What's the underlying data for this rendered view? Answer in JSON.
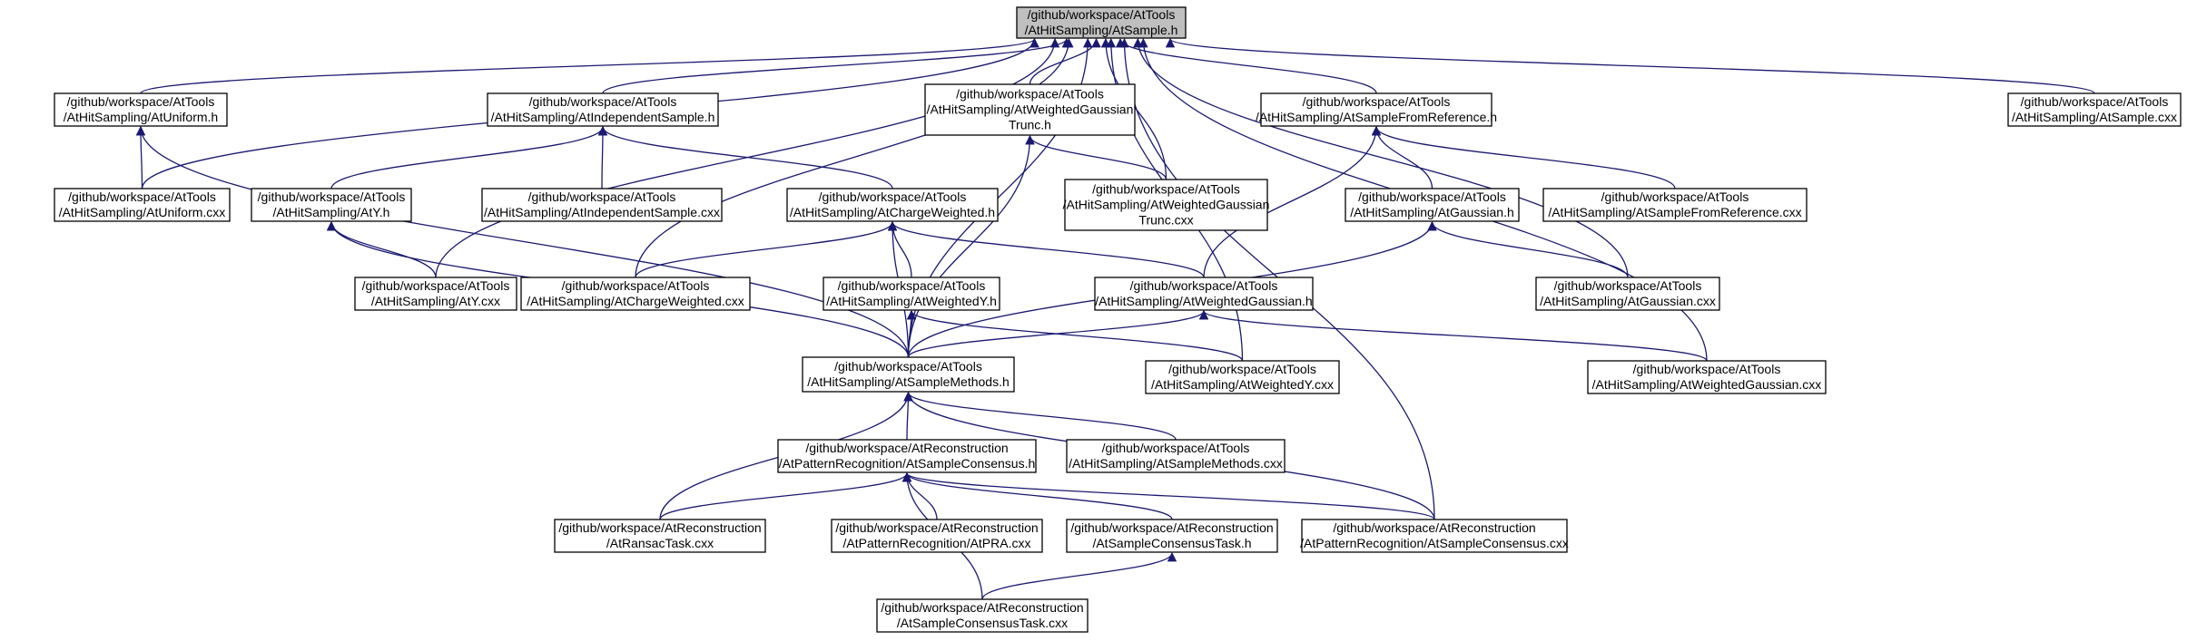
{
  "nodes": [
    {
      "id": "sample_h",
      "lines": [
        "/github/workspace/AtTools",
        "/AtHitSampling/AtSample.h"
      ],
      "root": true
    },
    {
      "id": "uniform_h",
      "lines": [
        "/github/workspace/AtTools",
        "/AtHitSampling/AtUniform.h"
      ]
    },
    {
      "id": "indep_h",
      "lines": [
        "/github/workspace/AtTools",
        "/AtHitSampling/AtIndependentSample.h"
      ]
    },
    {
      "id": "wgt_h",
      "lines": [
        "/github/workspace/AtTools",
        "/AtHitSampling/AtWeightedGaussian",
        "Trunc.h"
      ]
    },
    {
      "id": "sfr_h",
      "lines": [
        "/github/workspace/AtTools",
        "/AtHitSampling/AtSampleFromReference.h"
      ]
    },
    {
      "id": "sample_cxx",
      "lines": [
        "/github/workspace/AtTools",
        "/AtHitSampling/AtSample.cxx"
      ]
    },
    {
      "id": "uniform_cxx",
      "lines": [
        "/github/workspace/AtTools",
        "/AtHitSampling/AtUniform.cxx"
      ]
    },
    {
      "id": "y_h",
      "lines": [
        "/github/workspace/AtTools",
        "/AtHitSampling/AtY.h"
      ]
    },
    {
      "id": "indep_cxx",
      "lines": [
        "/github/workspace/AtTools",
        "/AtHitSampling/AtIndependentSample.cxx"
      ]
    },
    {
      "id": "cw_h",
      "lines": [
        "/github/workspace/AtTools",
        "/AtHitSampling/AtChargeWeighted.h"
      ]
    },
    {
      "id": "wgt_cxx",
      "lines": [
        "/github/workspace/AtTools",
        "/AtHitSampling/AtWeightedGaussian",
        "Trunc.cxx"
      ]
    },
    {
      "id": "gauss_h",
      "lines": [
        "/github/workspace/AtTools",
        "/AtHitSampling/AtGaussian.h"
      ]
    },
    {
      "id": "sfr_cxx",
      "lines": [
        "/github/workspace/AtTools",
        "/AtHitSampling/AtSampleFromReference.cxx"
      ]
    },
    {
      "id": "y_cxx",
      "lines": [
        "/github/workspace/AtTools",
        "/AtHitSampling/AtY.cxx"
      ]
    },
    {
      "id": "cw_cxx",
      "lines": [
        "/github/workspace/AtTools",
        "/AtHitSampling/AtChargeWeighted.cxx"
      ]
    },
    {
      "id": "wy_h",
      "lines": [
        "/github/workspace/AtTools",
        "/AtHitSampling/AtWeightedY.h"
      ]
    },
    {
      "id": "wg_h",
      "lines": [
        "/github/workspace/AtTools",
        "/AtHitSampling/AtWeightedGaussian.h"
      ]
    },
    {
      "id": "gauss_cxx",
      "lines": [
        "/github/workspace/AtTools",
        "/AtHitSampling/AtGaussian.cxx"
      ]
    },
    {
      "id": "sm_h",
      "lines": [
        "/github/workspace/AtTools",
        "/AtHitSampling/AtSampleMethods.h"
      ]
    },
    {
      "id": "wy_cxx",
      "lines": [
        "/github/workspace/AtTools",
        "/AtHitSampling/AtWeightedY.cxx"
      ]
    },
    {
      "id": "wg_cxx",
      "lines": [
        "/github/workspace/AtTools",
        "/AtHitSampling/AtWeightedGaussian.cxx"
      ]
    },
    {
      "id": "sc_h",
      "lines": [
        "/github/workspace/AtReconstruction",
        "/AtPatternRecognition/AtSampleConsensus.h"
      ]
    },
    {
      "id": "sm_cxx",
      "lines": [
        "/github/workspace/AtTools",
        "/AtHitSampling/AtSampleMethods.cxx"
      ]
    },
    {
      "id": "ransac_cxx",
      "lines": [
        "/github/workspace/AtReconstruction",
        "/AtRansacTask.cxx"
      ]
    },
    {
      "id": "pra_cxx",
      "lines": [
        "/github/workspace/AtReconstruction",
        "/AtPatternRecognition/AtPRA.cxx"
      ]
    },
    {
      "id": "sct_h",
      "lines": [
        "/github/workspace/AtReconstruction",
        "/AtSampleConsensusTask.h"
      ]
    },
    {
      "id": "sc_cxx",
      "lines": [
        "/github/workspace/AtReconstruction",
        "/AtPatternRecognition/AtSampleConsensus.cxx"
      ]
    },
    {
      "id": "sct_cxx",
      "lines": [
        "/github/workspace/AtReconstruction",
        "/AtSampleConsensusTask.cxx"
      ]
    }
  ],
  "edges": [
    [
      "uniform_h",
      "sample_h"
    ],
    [
      "indep_h",
      "sample_h"
    ],
    [
      "wgt_h",
      "sample_h"
    ],
    [
      "sfr_h",
      "sample_h"
    ],
    [
      "sample_cxx",
      "sample_h"
    ],
    [
      "uniform_cxx",
      "sample_h"
    ],
    [
      "wgt_cxx",
      "sample_h"
    ],
    [
      "y_cxx",
      "sample_h"
    ],
    [
      "cw_cxx",
      "sample_h"
    ],
    [
      "gauss_cxx",
      "sample_h"
    ],
    [
      "sm_h",
      "sample_h"
    ],
    [
      "wy_cxx",
      "sample_h"
    ],
    [
      "wg_cxx",
      "sample_h"
    ],
    [
      "sc_cxx",
      "sample_h"
    ],
    [
      "uniform_cxx",
      "uniform_h"
    ],
    [
      "sm_h",
      "uniform_h"
    ],
    [
      "y_h",
      "indep_h"
    ],
    [
      "indep_cxx",
      "indep_h"
    ],
    [
      "cw_h",
      "indep_h"
    ],
    [
      "wgt_cxx",
      "wgt_h"
    ],
    [
      "sm_h",
      "wgt_h"
    ],
    [
      "gauss_h",
      "sfr_h"
    ],
    [
      "sfr_cxx",
      "sfr_h"
    ],
    [
      "wg_h",
      "sfr_h"
    ],
    [
      "y_cxx",
      "y_h"
    ],
    [
      "sm_h",
      "y_h"
    ],
    [
      "cw_cxx",
      "cw_h"
    ],
    [
      "wy_h",
      "cw_h"
    ],
    [
      "wg_h",
      "cw_h"
    ],
    [
      "sm_h",
      "cw_h"
    ],
    [
      "gauss_cxx",
      "gauss_h"
    ],
    [
      "sm_h",
      "gauss_h"
    ],
    [
      "sm_h",
      "wy_h"
    ],
    [
      "wy_cxx",
      "wy_h"
    ],
    [
      "sm_h",
      "wg_h"
    ],
    [
      "wg_cxx",
      "wg_h"
    ],
    [
      "sc_h",
      "sm_h"
    ],
    [
      "sm_cxx",
      "sm_h"
    ],
    [
      "ransac_cxx",
      "sm_h"
    ],
    [
      "sc_cxx",
      "sm_h"
    ],
    [
      "ransac_cxx",
      "sc_h"
    ],
    [
      "pra_cxx",
      "sc_h"
    ],
    [
      "sct_h",
      "sc_h"
    ],
    [
      "sc_cxx",
      "sc_h"
    ],
    [
      "sct_cxx",
      "sc_h"
    ],
    [
      "sct_cxx",
      "sct_h"
    ]
  ]
}
